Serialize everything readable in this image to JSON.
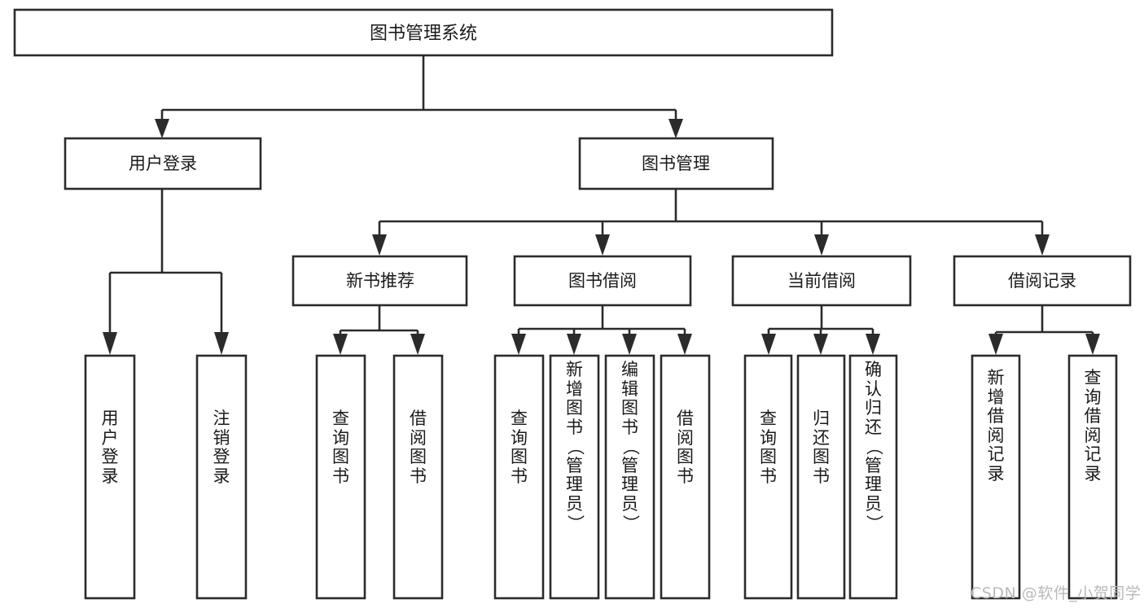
{
  "diagram": {
    "type": "tree",
    "title": "图书管理系统",
    "orientation": "top-down",
    "watermark": "CSDN @软件_小贺同学",
    "colors": {
      "background": "#ffffff",
      "box_fill": "#ffffff",
      "box_stroke": "#2b2b2b",
      "text": "#1a1a1a",
      "watermark": "#b9b9b9"
    },
    "nodes": {
      "root": {
        "label": "图书管理系统",
        "level": 1
      },
      "level2": [
        {
          "id": "user-login",
          "label": "用户登录"
        },
        {
          "id": "book-manage",
          "label": "图书管理"
        }
      ],
      "level3": [
        {
          "id": "new-book-recommend",
          "label": "新书推荐",
          "parent": "book-manage"
        },
        {
          "id": "book-borrow",
          "label": "图书借阅",
          "parent": "book-manage"
        },
        {
          "id": "current-borrow",
          "label": "当前借阅",
          "parent": "book-manage"
        },
        {
          "id": "borrow-record",
          "label": "借阅记录",
          "parent": "book-manage"
        }
      ],
      "leaves": {
        "user-login": [
          {
            "id": "leaf-user-login",
            "label": "用户登录"
          },
          {
            "id": "leaf-logout",
            "label": "注销登录"
          }
        ],
        "new-book-recommend": [
          {
            "id": "leaf-query-book-1",
            "label": "查询图书"
          },
          {
            "id": "leaf-borrow-book-1",
            "label": "借阅图书"
          }
        ],
        "book-borrow": [
          {
            "id": "leaf-query-book-2",
            "label": "查询图书"
          },
          {
            "id": "leaf-add-book",
            "label": "新增图书（管理员）"
          },
          {
            "id": "leaf-edit-book",
            "label": "编辑图书（管理员）"
          },
          {
            "id": "leaf-borrow-book-2",
            "label": "借阅图书"
          }
        ],
        "current-borrow": [
          {
            "id": "leaf-query-book-3",
            "label": "查询图书"
          },
          {
            "id": "leaf-return-book",
            "label": "归还图书"
          },
          {
            "id": "leaf-confirm-return",
            "label": "确认归还（管理员）"
          }
        ],
        "borrow-record": [
          {
            "id": "leaf-add-record",
            "label": "新增借阅记录"
          },
          {
            "id": "leaf-query-record",
            "label": "查询借阅记录"
          }
        ]
      }
    }
  }
}
